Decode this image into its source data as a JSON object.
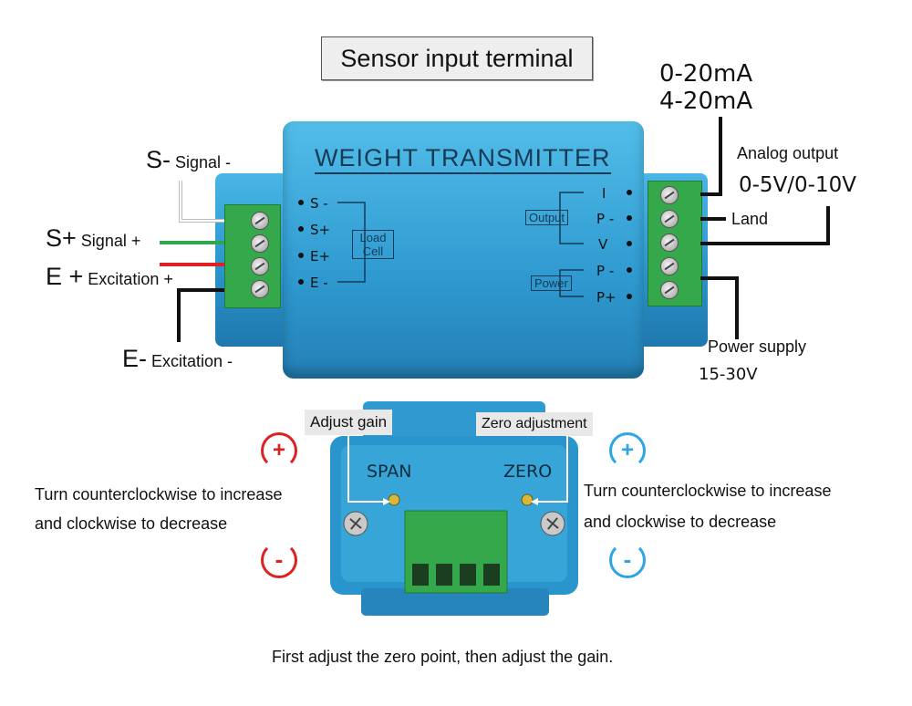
{
  "title": "Sensor input terminal",
  "device": {
    "name": "WEIGHT  TRANSMITTER",
    "left_pins": [
      "S -",
      "S+",
      "E+",
      "E -"
    ],
    "load_cell_label": "Load Cell",
    "right_pins": [
      "I",
      "P -",
      "V",
      "P -",
      "P+"
    ],
    "output_label": "Output",
    "power_label": "Power"
  },
  "left_labels": {
    "s_minus_prefix": "S-",
    "s_minus_text": "Signal -",
    "s_plus_prefix": "S+",
    "s_plus_text": "Signal +",
    "e_plus_prefix": "E +",
    "e_plus_text": "Excitation +",
    "e_minus_prefix": "E-",
    "e_minus_text": "Excitation -"
  },
  "right_labels": {
    "current_1": "0-20mA",
    "current_2": "4-20mA",
    "analog_output": "Analog output",
    "voltage": "0-5V/0-10V",
    "land": "Land",
    "power_supply": "Power supply",
    "power_range": "15-30V"
  },
  "adjust": {
    "gain_callout": "Adjust gain",
    "zero_callout": "Zero adjustment",
    "span_label": "SPAN",
    "zero_label": "ZERO",
    "left_line1": "Turn counterclockwise to increase",
    "left_line2": "and clockwise to decrease",
    "right_line1": "Turn counterclockwise to increase",
    "right_line2": "and clockwise to decrease",
    "plus_symbol": "+",
    "minus_symbol": "-"
  },
  "footer": "First adjust the zero point, then adjust the gain.",
  "colors": {
    "device_blue": "#2a95cc",
    "terminal_green": "#34a84a",
    "wire_white": "#dddddd",
    "wire_green": "#2ea84a",
    "wire_red": "#e02020",
    "wire_black": "#111111",
    "increase_red": "#e02020",
    "increase_blue": "#2aa6e6"
  }
}
